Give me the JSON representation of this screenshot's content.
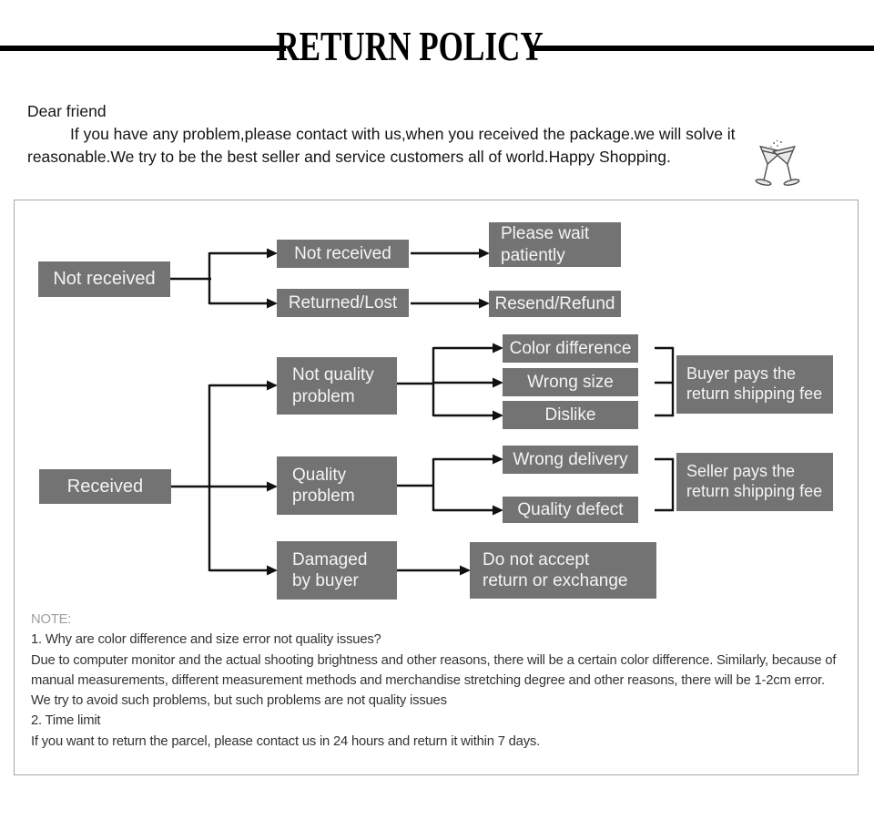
{
  "header": {
    "title": "RETURN POLICY"
  },
  "intro": {
    "lines": [
      "Dear friend",
      "If you have any problem,please contact with us,when you received the package.we will solve it",
      "reasonable.We try to be the best seller and service customers all of world.Happy Shopping."
    ],
    "icon": "clinking-glasses"
  },
  "flowchart": {
    "colors": {
      "node_bg": "#737373",
      "node_text": "#f4f4f4",
      "connector": "#111111",
      "frame_border": "#a8a8a8"
    },
    "nodes": {
      "not_received_root": "Not received",
      "not_received_case": "Not received",
      "returned_lost": "Returned/Lost",
      "please_wait": "Please wait\npatiently",
      "resend_refund": "Resend/Refund",
      "received_root": "Received",
      "not_quality_problem": "Not quality\nproblem",
      "color_difference": "Color difference",
      "wrong_size": "Wrong size",
      "dislike": "Dislike",
      "buyer_pays": "Buyer pays the\nreturn shipping fee",
      "quality_problem": "Quality\nproblem",
      "wrong_delivery": "Wrong delivery",
      "quality_defect": "Quality defect",
      "seller_pays": "Seller pays the\nreturn shipping fee",
      "damaged_by_buyer": "Damaged\nby buyer",
      "do_not_accept": "Do not accept\nreturn or exchange"
    },
    "edges": [
      "Not received -> Not received (case)",
      "Not received -> Returned/Lost",
      "Not received (case) -> Please wait patiently",
      "Returned/Lost -> Resend/Refund",
      "Received -> Not quality problem",
      "Received -> Quality problem",
      "Received -> Damaged by buyer",
      "Not quality problem -> Color difference",
      "Not quality problem -> Wrong size",
      "Not quality problem -> Dislike",
      "Color difference + Wrong size + Dislike => Buyer pays the return shipping fee",
      "Quality problem -> Wrong delivery",
      "Quality problem -> Quality defect",
      "Wrong delivery + Quality defect => Seller pays the return shipping fee",
      "Damaged by buyer -> Do not accept return or exchange"
    ]
  },
  "note": {
    "label": "NOTE:",
    "lines": [
      "1. Why are color difference and size error not quality issues?",
      "Due to computer monitor and the actual shooting brightness and other reasons, there will be a certain color difference. Similarly, because of",
      "manual measurements, different measurement methods and merchandise stretching degree and other reasons, there will be 1-2cm error.",
      "We try to avoid such problems, but such problems are not quality issues",
      "2. Time limit",
      "If you want to return the parcel, please contact us in 24 hours and return it within 7 days."
    ]
  }
}
